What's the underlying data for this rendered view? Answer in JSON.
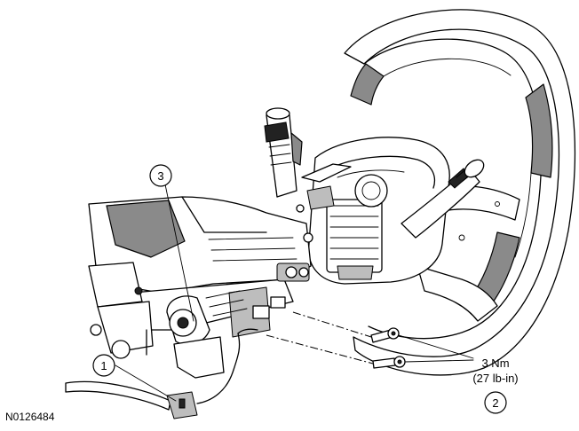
{
  "figure_id": "N0126484",
  "callouts": [
    {
      "label": "1"
    },
    {
      "label": "2"
    },
    {
      "label": "3"
    }
  ],
  "torque": {
    "metric": "3 Nm",
    "imperial": "(27 lb-in)"
  },
  "colors": {
    "line": "#000000",
    "shade_dark": "#8a8a8a",
    "shade_light": "#bdbdbd",
    "background": "#ffffff"
  }
}
